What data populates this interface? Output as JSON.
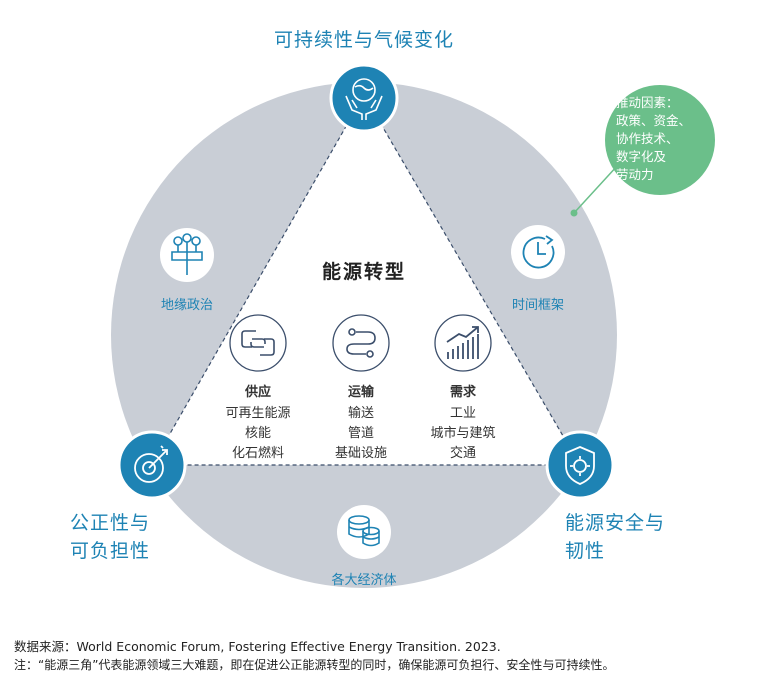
{
  "top_vertex": {
    "label": "可持续性与气候变化",
    "icon": "hands-globe-icon"
  },
  "left_vertex": {
    "label_line1": "公正性与",
    "label_line2": "可负担性",
    "icon": "target-icon"
  },
  "right_vertex": {
    "label_line1": "能源安全与",
    "label_line2": "韧性",
    "icon": "shield-gear-icon"
  },
  "side_left": {
    "label": "地缘政治",
    "icon": "signpost-icon"
  },
  "side_right": {
    "label": "时间框架",
    "icon": "clock-icon"
  },
  "side_bottom": {
    "label": "各大经济体",
    "icon": "coins-icon"
  },
  "center_title": "能源转型",
  "columns": [
    {
      "head": "供应",
      "lines": [
        "可再生能源",
        "核能",
        "化石燃料"
      ],
      "icon": "link-icon"
    },
    {
      "head": "运输",
      "lines": [
        "输送",
        "管道",
        "基础设施"
      ],
      "icon": "route-icon"
    },
    {
      "head": "需求",
      "lines": [
        "工业",
        "城市与建筑",
        "交通"
      ],
      "icon": "bar-chart-up-icon"
    }
  ],
  "drivers": {
    "line1": "推动因素：",
    "line2": "政策、资金、",
    "line3": "协作技术、",
    "line4": "数字化及",
    "line5": "劳动力"
  },
  "footer": {
    "source": "数据来源：World Economic Forum, Fostering Effective Energy Transition. 2023.",
    "note": "注：“能源三角”代表能源领域三大难题，即在促进公正能源转型的同时，确保能源可负担行、安全性与可持续性。"
  },
  "colors": {
    "accent_blue": "#1e83b4",
    "circle_gray": "#c9ced6",
    "green": "#6bbf8a"
  }
}
